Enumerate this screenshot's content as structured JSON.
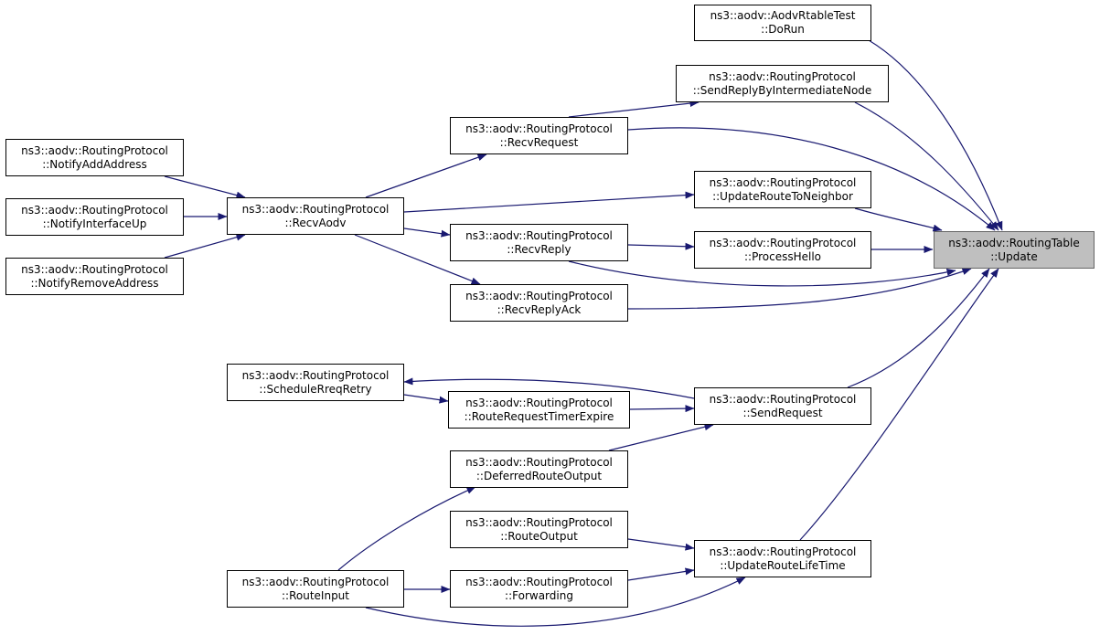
{
  "diagram": {
    "colors": {
      "edge": "#191970",
      "node_border": "#000000",
      "highlight_fill": "#bfbfbf"
    },
    "nodes": [
      {
        "id": "update",
        "line1": "ns3::aodv::RoutingTable",
        "line2": "::Update",
        "highlight": true
      },
      {
        "id": "dorun",
        "line1": "ns3::aodv::AodvRtableTest",
        "line2": "::DoRun"
      },
      {
        "id": "sendreply",
        "line1": "ns3::aodv::RoutingProtocol",
        "line2": "::SendReplyByIntermediateNode"
      },
      {
        "id": "recvrequest",
        "line1": "ns3::aodv::RoutingProtocol",
        "line2": "::RecvRequest"
      },
      {
        "id": "updateneighbor",
        "line1": "ns3::aodv::RoutingProtocol",
        "line2": "::UpdateRouteToNeighbor"
      },
      {
        "id": "recvaodv",
        "line1": "ns3::aodv::RoutingProtocol",
        "line2": "::RecvAodv"
      },
      {
        "id": "notifyadd",
        "line1": "ns3::aodv::RoutingProtocol",
        "line2": "::NotifyAddAddress"
      },
      {
        "id": "notifyup",
        "line1": "ns3::aodv::RoutingProtocol",
        "line2": "::NotifyInterfaceUp"
      },
      {
        "id": "notifyremove",
        "line1": "ns3::aodv::RoutingProtocol",
        "line2": "::NotifyRemoveAddress"
      },
      {
        "id": "recvreply",
        "line1": "ns3::aodv::RoutingProtocol",
        "line2": "::RecvReply"
      },
      {
        "id": "processhello",
        "line1": "ns3::aodv::RoutingProtocol",
        "line2": "::ProcessHello"
      },
      {
        "id": "recvreplyack",
        "line1": "ns3::aodv::RoutingProtocol",
        "line2": "::RecvReplyAck"
      },
      {
        "id": "schedule",
        "line1": "ns3::aodv::RoutingProtocol",
        "line2": "::ScheduleRreqRetry"
      },
      {
        "id": "timerexpire",
        "line1": "ns3::aodv::RoutingProtocol",
        "line2": "::RouteRequestTimerExpire"
      },
      {
        "id": "sendrequest",
        "line1": "ns3::aodv::RoutingProtocol",
        "line2": "::SendRequest"
      },
      {
        "id": "deferred",
        "line1": "ns3::aodv::RoutingProtocol",
        "line2": "::DeferredRouteOutput"
      },
      {
        "id": "routeoutput",
        "line1": "ns3::aodv::RoutingProtocol",
        "line2": "::RouteOutput"
      },
      {
        "id": "updatelife",
        "line1": "ns3::aodv::RoutingProtocol",
        "line2": "::UpdateRouteLifeTime"
      },
      {
        "id": "routeinput",
        "line1": "ns3::aodv::RoutingProtocol",
        "line2": "::RouteInput"
      },
      {
        "id": "forwarding",
        "line1": "ns3::aodv::RoutingProtocol",
        "line2": "::Forwarding"
      }
    ],
    "edges": [
      {
        "from": "dorun",
        "to": "update"
      },
      {
        "from": "sendreply",
        "to": "update"
      },
      {
        "from": "recvrequest",
        "to": "update"
      },
      {
        "from": "updateneighbor",
        "to": "update"
      },
      {
        "from": "processhello",
        "to": "update"
      },
      {
        "from": "recvreply",
        "to": "update"
      },
      {
        "from": "recvreplyack",
        "to": "update"
      },
      {
        "from": "sendrequest",
        "to": "update"
      },
      {
        "from": "updatelife",
        "to": "update"
      },
      {
        "from": "recvrequest",
        "to": "sendreply"
      },
      {
        "from": "recvaodv",
        "to": "recvrequest"
      },
      {
        "from": "recvaodv",
        "to": "updateneighbor"
      },
      {
        "from": "recvaodv",
        "to": "recvreply"
      },
      {
        "from": "recvaodv",
        "to": "recvreplyack"
      },
      {
        "from": "notifyadd",
        "to": "recvaodv"
      },
      {
        "from": "notifyup",
        "to": "recvaodv"
      },
      {
        "from": "notifyremove",
        "to": "recvaodv"
      },
      {
        "from": "recvreply",
        "to": "processhello"
      },
      {
        "from": "sendrequest",
        "to": "schedule"
      },
      {
        "from": "schedule",
        "to": "timerexpire"
      },
      {
        "from": "timerexpire",
        "to": "sendrequest"
      },
      {
        "from": "deferred",
        "to": "sendrequest"
      },
      {
        "from": "routeinput",
        "to": "deferred"
      },
      {
        "from": "routeoutput",
        "to": "updatelife"
      },
      {
        "from": "forwarding",
        "to": "updatelife"
      },
      {
        "from": "routeinput",
        "to": "updatelife"
      },
      {
        "from": "routeinput",
        "to": "forwarding"
      }
    ]
  }
}
